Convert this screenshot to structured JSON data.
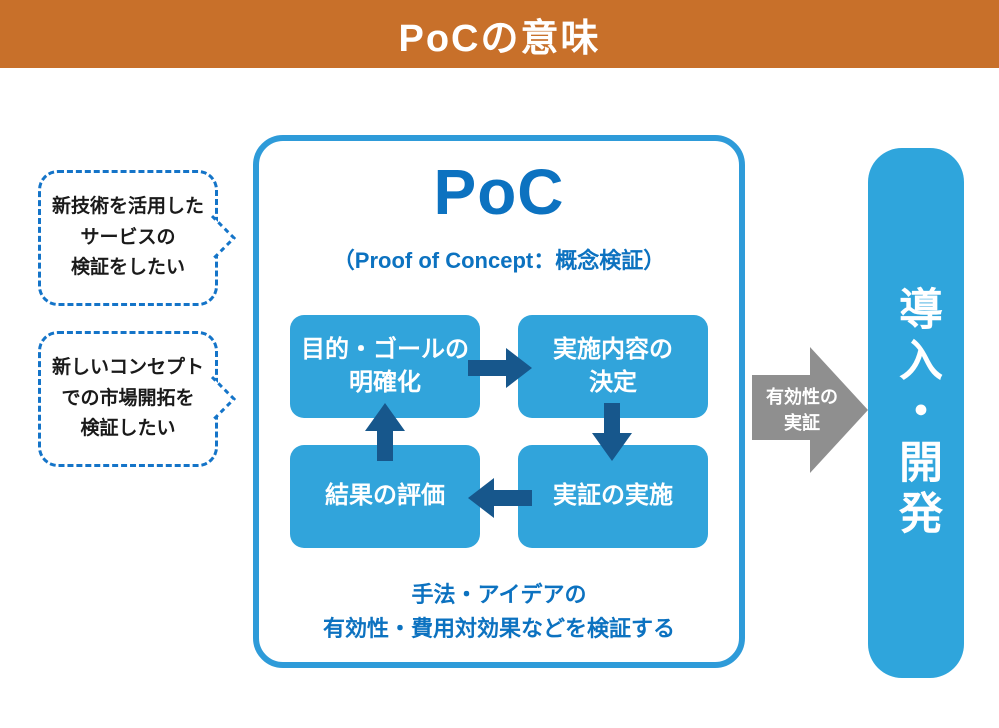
{
  "header": {
    "title": "PoCの意味"
  },
  "callouts": [
    {
      "text": "新技術を活用した\nサービスの\n検証をしたい"
    },
    {
      "text": "新しいコンセプト\nでの市場開拓を\n検証したい"
    }
  ],
  "panel": {
    "title": "PoC",
    "subtitle": "（Proof of Concept：概念検証）",
    "steps": [
      {
        "label": "目的・ゴールの\n明確化"
      },
      {
        "label": "実施内容の\n決定"
      },
      {
        "label": "実証の実施"
      },
      {
        "label": "結果の評価"
      }
    ],
    "caption": "手法・アイデアの\n有効性・費用対効果などを検証する"
  },
  "transition": {
    "label": "有効性の\n実証"
  },
  "outcome": {
    "label": "導入・開発"
  },
  "colors": {
    "header_bg": "#C8702A",
    "panel_border": "#2E9BD9",
    "step_fill": "#31A4DB",
    "cycle_arrow": "#17578C",
    "accent_text": "#0C72C0",
    "callout_border": "#1474C8",
    "transition_gray": "#8F8F8F",
    "outcome_fill": "#2FA5DC"
  }
}
